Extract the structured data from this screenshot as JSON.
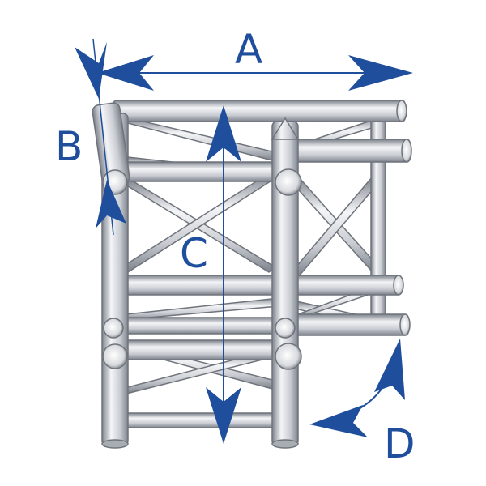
{
  "diagram": {
    "labels": {
      "a": "A",
      "b": "B",
      "c": "C",
      "d": "D"
    },
    "colors": {
      "dimension": "#1f4e9c",
      "tube_light": "#f4f5f7",
      "tube_mid": "#c9ccd2",
      "tube_dark": "#7d828b",
      "tube_edge": "#6f747c",
      "tube_end": "#3f4349"
    }
  }
}
